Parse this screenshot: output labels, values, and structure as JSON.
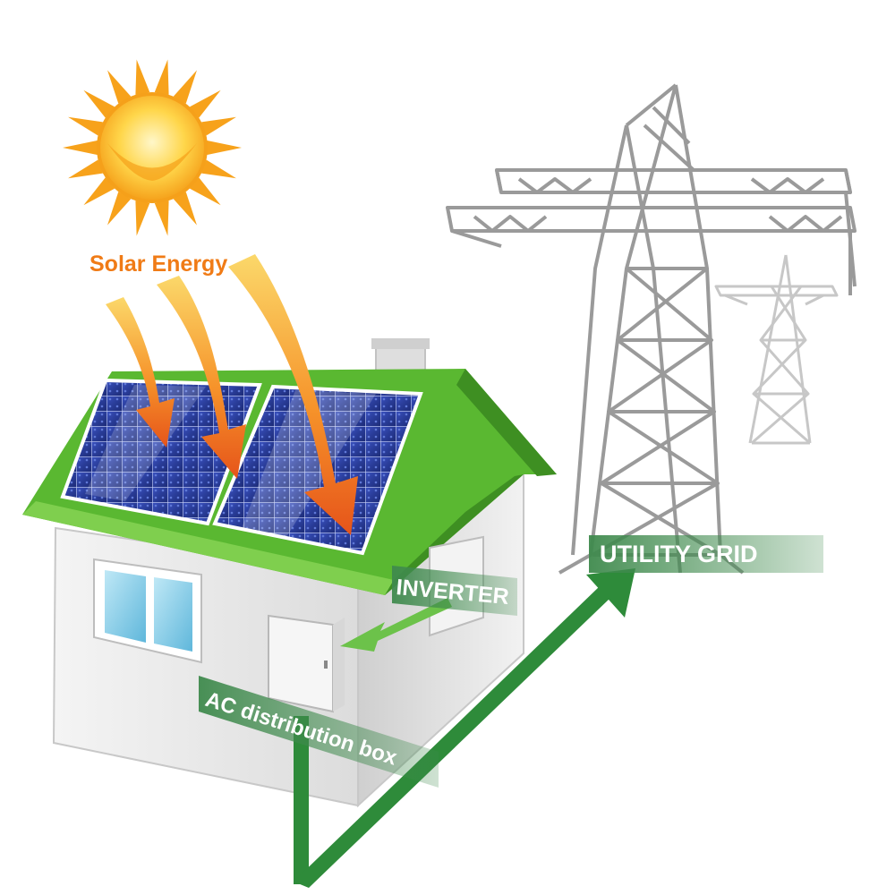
{
  "labels": {
    "solar_energy": "Solar Energy",
    "inverter": "INVERTER",
    "utility_grid": "UTILITY GRID",
    "ac_box": "AC distribution box"
  },
  "colors": {
    "sun_outer": "#f7a21b",
    "sun_inner": "#ffd64a",
    "solar_text": "#f07b16",
    "arrow_orange": "#f26b1d",
    "roof_green": "#5ab831",
    "flow_green": "#2e8b3a",
    "label_bg_green": "#3f8a4d",
    "panel_blue": "#2a3d9a",
    "tower_gray": "#8a8a8a",
    "house_wall": "#eeeeee"
  },
  "icons": [
    "sun-icon",
    "solar-panel-icon",
    "transmission-tower-icon",
    "house-icon"
  ]
}
